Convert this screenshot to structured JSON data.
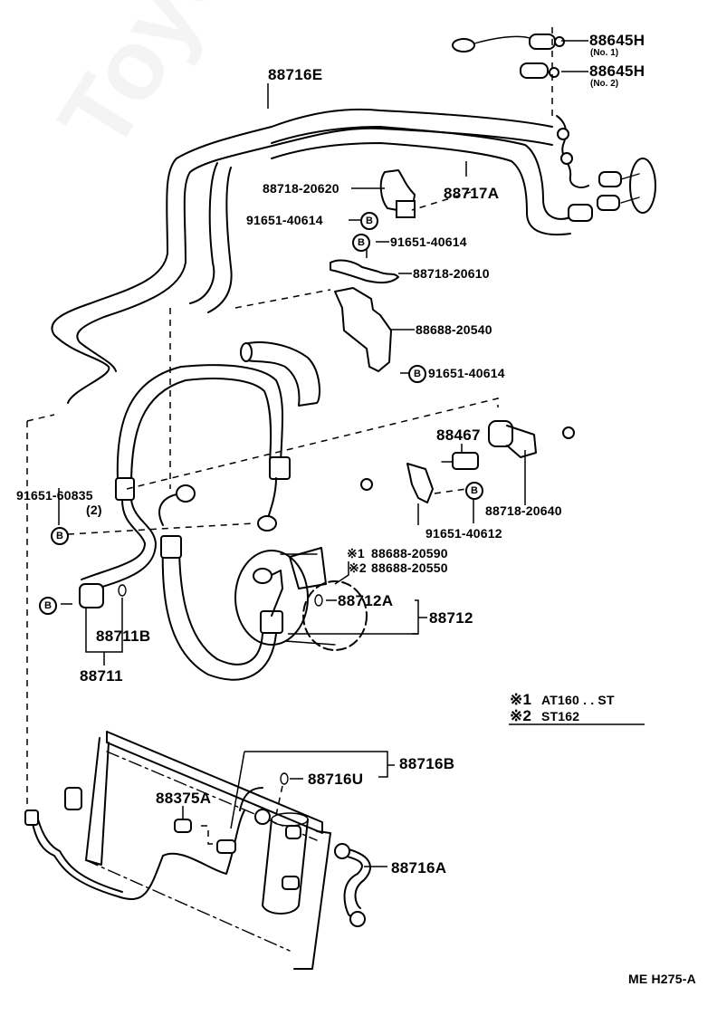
{
  "diagram": {
    "title": "Air conditioner piping (Toyota parts catalog)",
    "code": "ME H275-A",
    "watermark": "ToyotaCarMine.ru"
  },
  "parts": {
    "p88645H_1": {
      "number": "88645H",
      "note": "(No. 1)"
    },
    "p88645H_2": {
      "number": "88645H",
      "note": "(No. 2)"
    },
    "p88716E": "88716E",
    "p88717A": "88717A",
    "p88718_20620": "88718-20620",
    "p91651_40614_a": "91651-40614",
    "p91651_40614_b": "91651-40614",
    "p88718_20610": "88718-20610",
    "p88688_20540": "88688-20540",
    "p91651_40614_c": "91651-40614",
    "p88467": "88467",
    "p88718_20640": "88718-20640",
    "p91651_40612": "91651-40612",
    "p91651_60835": {
      "number": "91651-60835",
      "qty": "(2)"
    },
    "p88688_20590": {
      "mark": "※1",
      "number": "88688-20590"
    },
    "p88688_20550": {
      "mark": "※2",
      "number": "88688-20550"
    },
    "p88712A": "88712A",
    "p88712": "88712",
    "p88711B": "88711B",
    "p88711": "88711",
    "p88716B": "88716B",
    "p88716U": "88716U",
    "p88375A": "88375A",
    "p88716A": "88716A"
  },
  "bolt_symbol": "B",
  "legend": [
    {
      "mark": "※1",
      "text": "AT160 . . ST"
    },
    {
      "mark": "※2",
      "text": "ST162"
    }
  ]
}
